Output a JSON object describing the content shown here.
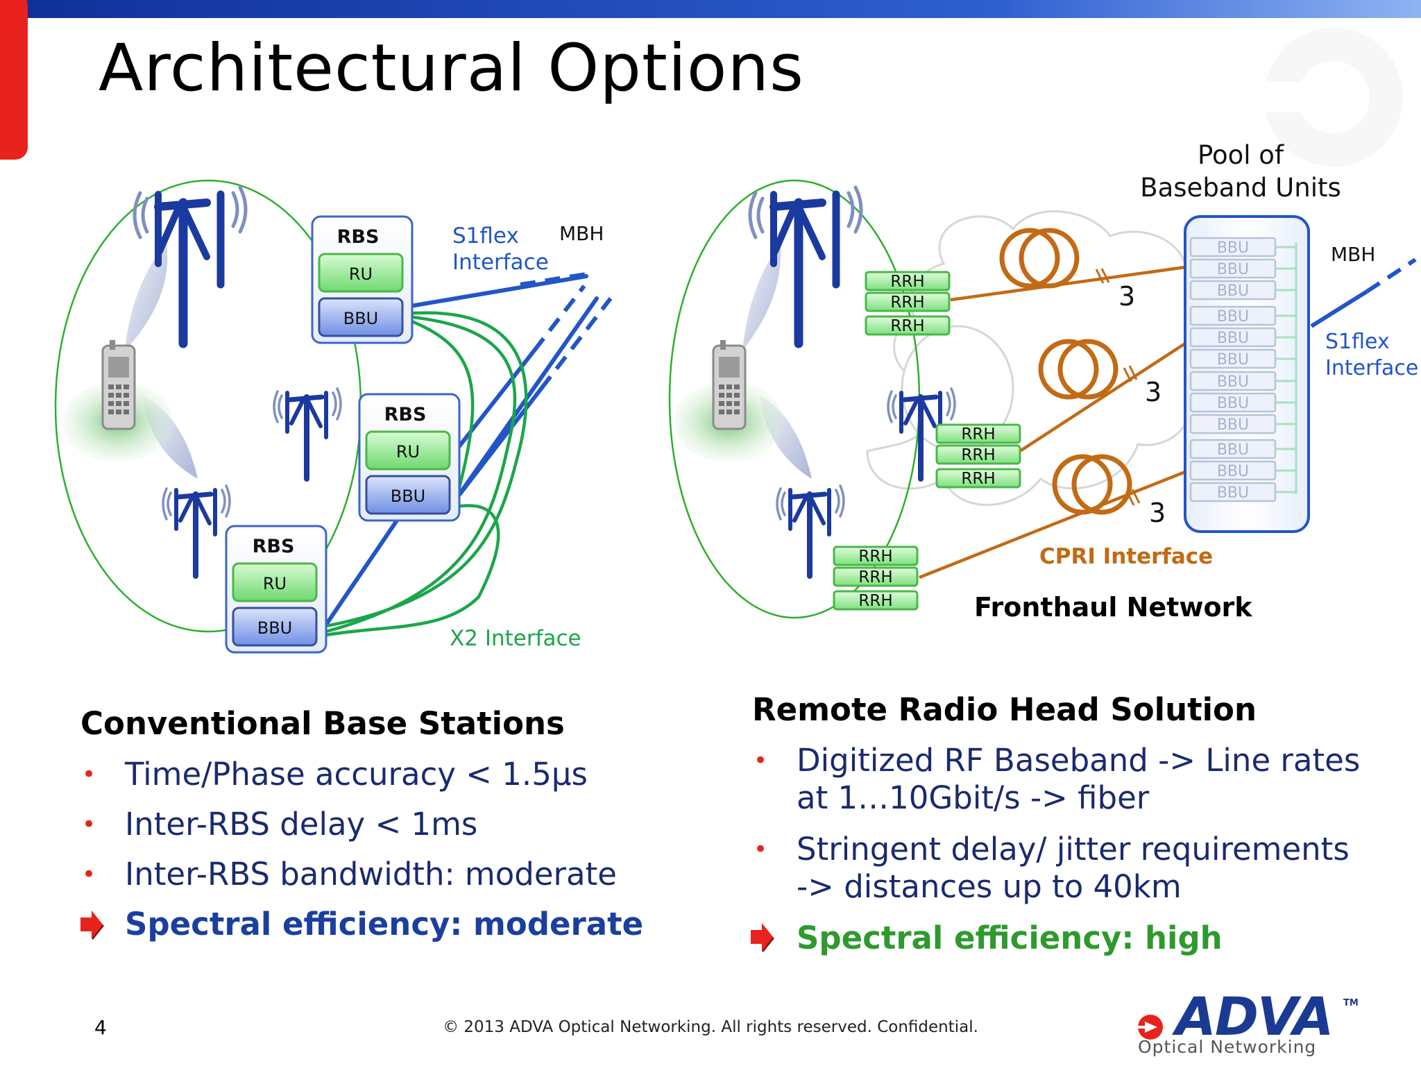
{
  "slide": {
    "title": "Architectural Options",
    "page_number": "4",
    "copyright": "© 2013 ADVA Optical Networking. All rights reserved. Confidential.",
    "logo": {
      "word": "ADVA",
      "tm": "TM",
      "subtitle": "Optical Networking"
    }
  },
  "left_diagram": {
    "rbs_label": "RBS",
    "ru_label": "RU",
    "bbu_label": "BBU",
    "s1flex_line1": "S1flex",
    "s1flex_line2": "Interface",
    "mbh_label": "MBH",
    "x2_label": "X2 Interface"
  },
  "right_diagram": {
    "pool_line1": "Pool of",
    "pool_line2": "Baseband Units",
    "mbh_label": "MBH",
    "s1flex_line1": "S1flex",
    "s1flex_line2": "Interface",
    "rrh_label": "RRH",
    "bbu_label": "BBU",
    "fiber_count": "3",
    "cpri_label": "CPRI Interface",
    "fronthaul_label": "Fronthaul Network"
  },
  "left_section": {
    "heading": "Conventional Base Stations",
    "bullets": [
      "Time/Phase accuracy < 1.5µs",
      "Inter-RBS delay < 1ms",
      "Inter-RBS bandwidth: moderate"
    ],
    "conclusion": "Spectral efficiency: moderate"
  },
  "right_section": {
    "heading": "Remote Radio Head Solution",
    "bullets": [
      {
        "line1": "Digitized RF Baseband -> Line rates",
        "line2": "at 1…10Gbit/s -> fiber"
      },
      {
        "line1": "Stringent delay/ jitter requirements",
        "line2": "-> distances up to 40km"
      }
    ],
    "conclusion": "Spectral efficiency: high"
  },
  "colors": {
    "header_blue": "#1a3fb0",
    "accent_red": "#e8221c",
    "text_navy": "#1a2a6e",
    "interface_blue": "#2255c8",
    "x2_green": "#1aa64a",
    "cpri_orange": "#c26a14",
    "ru_green": "#8fe38f",
    "bbu_blue": "#8aa3ea"
  }
}
